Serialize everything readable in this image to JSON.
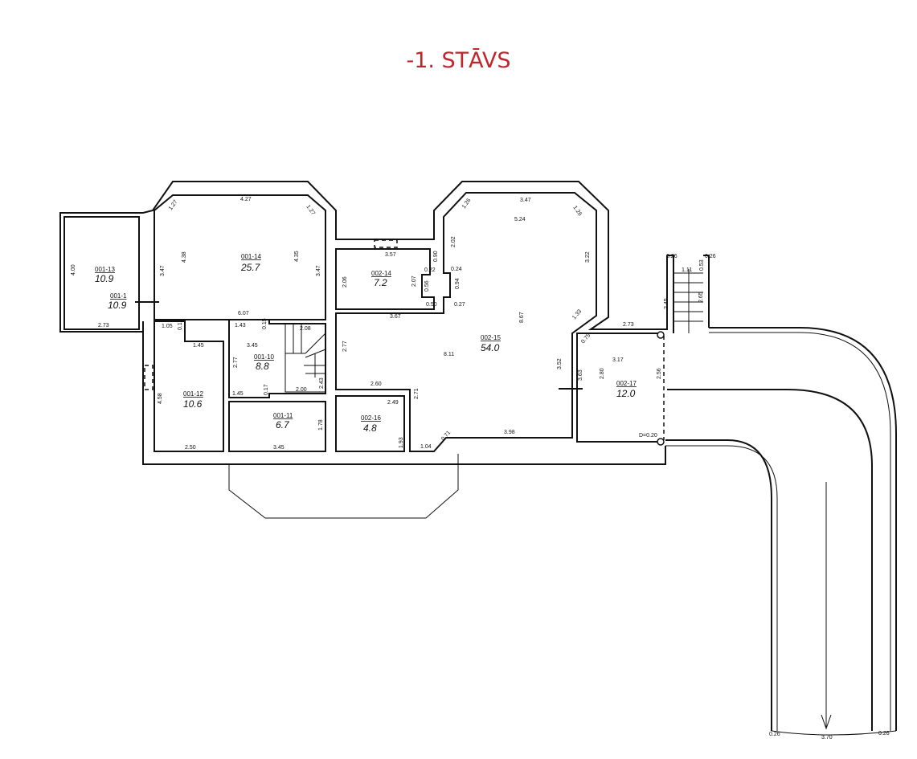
{
  "title": "-1. STĀVS",
  "colors": {
    "title": "#c0272d",
    "lines": "#111111"
  },
  "rooms": [
    {
      "code": "001-13",
      "area": "10.9"
    },
    {
      "code": "001-1",
      "area": "10.9"
    },
    {
      "code": "001-14",
      "area": "25.7"
    },
    {
      "code": "001-12",
      "area": "10.6"
    },
    {
      "code": "001-10",
      "area": "8.8"
    },
    {
      "code": "001-11",
      "area": "6.7"
    },
    {
      "code": "002-14",
      "area": "7.2"
    },
    {
      "code": "002-15",
      "area": "54.0"
    },
    {
      "code": "002-16",
      "area": "4.8"
    },
    {
      "code": "002-17",
      "area": "12.0"
    }
  ],
  "dims": [
    "4.00",
    "2.73",
    "1.27",
    "4.27",
    "1.27",
    "3.47",
    "4.38",
    "4.35",
    "3.47",
    "6.07",
    "1.05",
    "0.15",
    "1.45",
    "4.58",
    "2.50",
    "1.43",
    "0.15",
    "2.08",
    "3.45",
    "2.77",
    "2.43",
    "1.45",
    "0.17",
    "2.00",
    "1.78",
    "3.45",
    "3.57",
    "2.06",
    "2.07",
    "0.90",
    "0.22",
    "0.24",
    "0.56",
    "0.94",
    "0.50",
    "0.27",
    "3.67",
    "1.26",
    "3.47",
    "5.24",
    "1.26",
    "2.02",
    "3.22",
    "8.67",
    "8.11",
    "2.77",
    "1.33",
    "2.60",
    "2.71",
    "2.49",
    "1.93",
    "1.04",
    "0.71",
    "3.98",
    "3.52",
    "0.26",
    "1.11",
    "0.53",
    "0.26",
    "2.45",
    "2.65",
    "2.73",
    "0.75",
    "3.17",
    "3.63",
    "2.80",
    "2.56",
    "D=0.20",
    "0.26",
    "3.70",
    "0.26"
  ]
}
